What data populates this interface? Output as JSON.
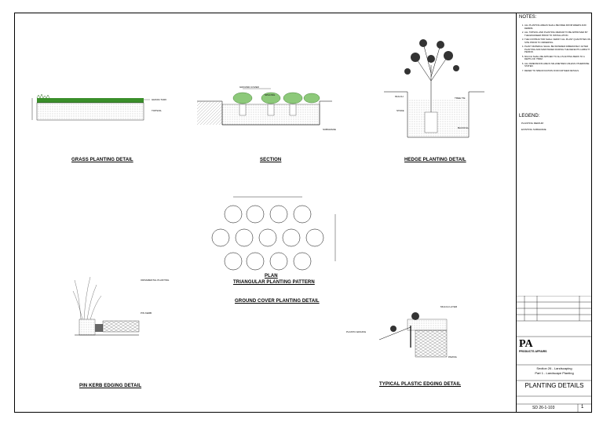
{
  "titles": {
    "grass": "GRASS PLANTING DETAIL",
    "section": "SECTION",
    "hedge": "HEDGE PLANTING DETAIL",
    "plan": "PLAN",
    "pattern": "TRIANGULAR PLANTING PATTERN",
    "ground_cover": "GROUND COVER PLANTING DETAIL",
    "pin_kerb": "PIN KERB EDGING DETAIL",
    "plastic_edging": "TYPICAL PLASTIC EDGING DETAIL"
  },
  "notes": {
    "heading": "NOTES:",
    "items": [
      "ALL PLANTING AREAS SHALL BE FREE FROM WEEDS AND DEBRIS.",
      "ALL TOPSOIL AND PLANTING MEDIUM TO BE APPROVED BY THE ENGINEER PRIOR TO INSTALLATION.",
      "THE CONTRACTOR SHALL VERIFY ALL PLANT QUANTITIES ON SITE PRIOR TO ORDERING.",
      "PLANT MATERIAL SHALL BE WATERED IMMEDIATELY AFTER PLANTING AND MAINTAINED DURING THE DEFECTS LIABILITY PERIOD.",
      "MULCH SHALL BE APPLIED TO ALL PLANTING BEDS TO A DEPTH OF 75MM.",
      "ALL DIMENSIONS ARE IN MILLIMETRES UNLESS OTHERWISE STATED.",
      "REFER TO SPECIFICATION FOR FURTHER DETAILS."
    ]
  },
  "legend": {
    "heading": "LEGEND:",
    "items": [
      "PLANTING MEDIUM",
      "EXISTING SUBGRADE"
    ]
  },
  "title_block": {
    "company": "PA",
    "company_sub": "PRODUCTS AFFAIRS",
    "section": "Section 26 - Landscaping",
    "part": "Part 1 - Landscape Planting",
    "drawing_title": "PLANTING DETAILS",
    "sheet_no": "SD 26-1-103",
    "revision": "1"
  },
  "labels": {
    "grass_turf": "GRASS TURF",
    "topsoil": "TOPSOIL",
    "ground_cover": "GROUND COVER",
    "spacing": "SPACING",
    "mulch": "MULCH",
    "stake": "STAKE",
    "tree_tie": "TREE TIE",
    "backfill": "BACKFILL",
    "subgrade": "SUBGRADE",
    "ornamental": "ORNAMENTAL PLANTING",
    "kerb": "PIN KERB",
    "mulch_layer": "MULCH LAYER",
    "plastic_edge": "PLASTIC EDGING",
    "paving": "PAVING"
  }
}
